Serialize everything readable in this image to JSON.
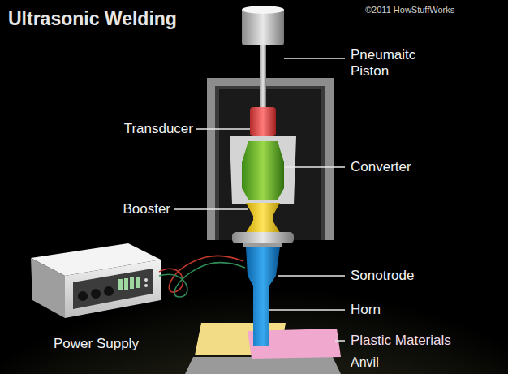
{
  "diagram": {
    "title": "Ultrasonic Welding",
    "labels": [
      "©2011 HowStuffWorks",
      "Pneumaitc Piston",
      "Transducer",
      "Converter",
      "Booster",
      "Sonotrode",
      "Horn",
      "Plastic Materials",
      "Power Supply",
      "Anvil"
    ]
  }
}
